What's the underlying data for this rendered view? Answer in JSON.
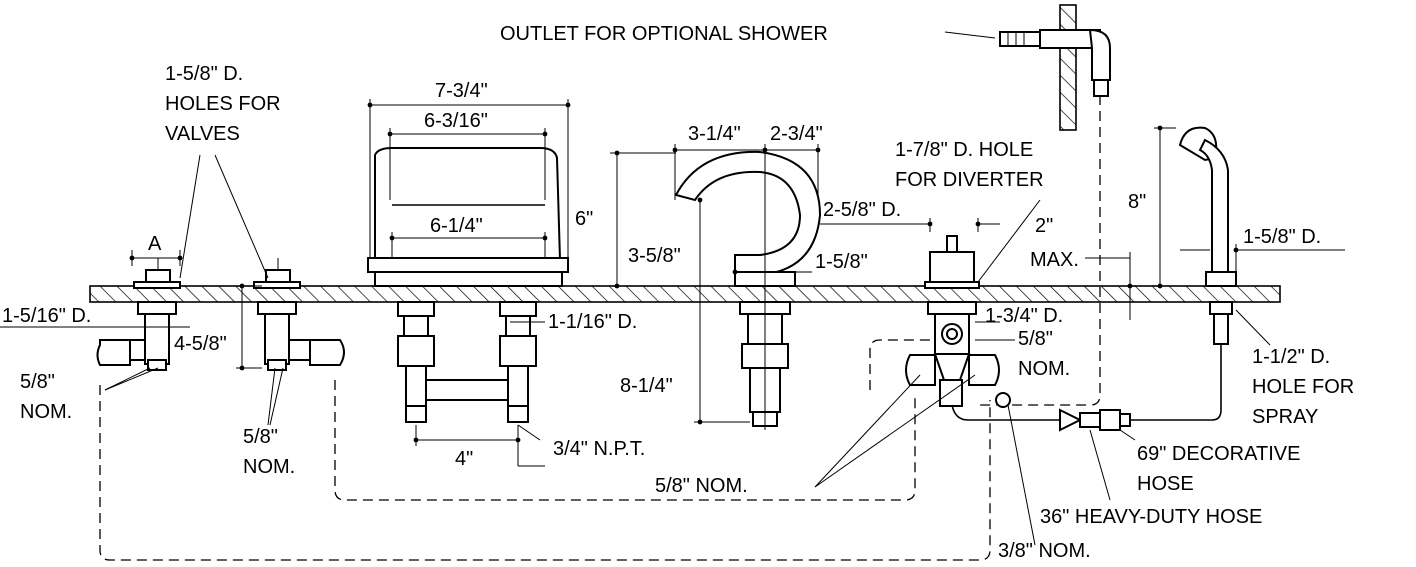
{
  "labels": {
    "outlet_shower": "OUTLET FOR OPTIONAL SHOWER",
    "valve_holes_1": "1-5/8\" D.",
    "valve_holes_2": "HOLES FOR",
    "valve_holes_3": "VALVES",
    "dim_a": "A",
    "dim_1_5_16": "1-5/16\" D.",
    "dim_4_5_8": "4-5/8\"",
    "nom_left_1": "5/8\"",
    "nom_left_2": "NOM.",
    "nom_mid_1": "5/8\"",
    "nom_mid_2": "NOM.",
    "dim_7_3_4": "7-3/4\"",
    "dim_6_3_16": "6-3/16\"",
    "dim_6_1_4": "6-1/4\"",
    "dim_1_1_16": "1-1/16\" D.",
    "dim_4": "4\"",
    "dim_npt": "3/4\" N.P.T.",
    "dim_3_1_4": "3-1/4\"",
    "dim_2_3_4": "2-3/4\"",
    "dim_6": "6\"",
    "dim_3_5_8": "3-5/8\"",
    "dim_2_5_8": "2-5/8\" D.",
    "dim_1_5_8_spout": "1-5/8\"",
    "dim_8_1_4": "8-1/4\"",
    "nom_bottom": "5/8\" NOM.",
    "diverter_1": "1-7/8\" D. HOLE",
    "diverter_2": "FOR DIVERTER",
    "dim_2": "2\"",
    "dim_max": "MAX.",
    "dim_1_3_4": "1-3/4\" D.",
    "nom_div_1": "5/8\"",
    "nom_div_2": "NOM.",
    "dim_8": "8\"",
    "dim_1_5_8_spray": "1-5/8\" D.",
    "spray_1": "1-1/2\" D.",
    "spray_2": "HOLE FOR",
    "spray_3": "SPRAY",
    "deco_1": "69\" DECORATIVE",
    "deco_2": "HOSE",
    "heavy_hose": "36\" HEAVY-DUTY HOSE",
    "nom_3_8": "3/8\" NOM."
  }
}
